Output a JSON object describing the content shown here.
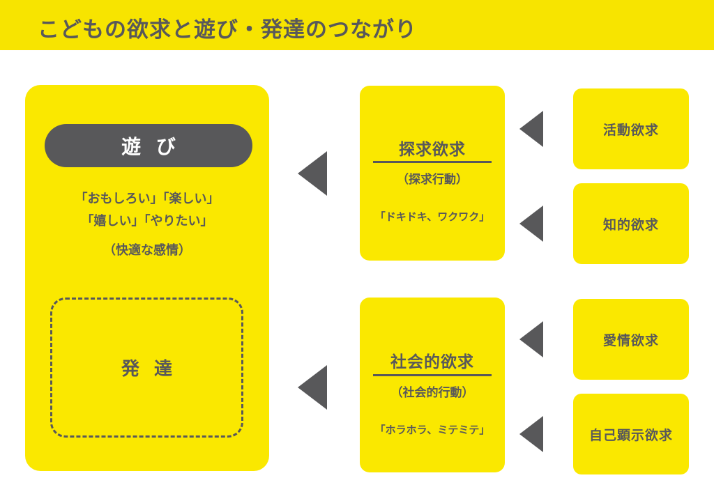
{
  "header": {
    "title": "こどもの欲求と遊び・発達のつながり",
    "background_color": "#F7E400",
    "text_color": "#58585A"
  },
  "colors": {
    "yellow": "#FAE800",
    "gray": "#58585A",
    "white": "#FFFFFF"
  },
  "left_panel": {
    "play_pill": {
      "label": "遊 び"
    },
    "play_lines": [
      "「おもしろい」「楽しい」",
      "「嬉しい」「やりたい」",
      "（快適な感情）"
    ],
    "development_box": {
      "label": "発 達"
    }
  },
  "middle_boxes": [
    {
      "title": "探求欲求",
      "subtitle": "（探求行動）",
      "quote": "「ドキドキ、ワクワク」"
    },
    {
      "title": "社会的欲求",
      "subtitle": "（社会的行動）",
      "quote": "「ホラホラ、ミテミテ」"
    }
  ],
  "right_boxes": [
    {
      "label": "活動欲求"
    },
    {
      "label": "知的欲求"
    },
    {
      "label": "愛情欲求"
    },
    {
      "label": "自己顕示欲求"
    }
  ],
  "arrows": {
    "icon_name": "left-triangle-arrow",
    "direction": "left",
    "count": 6
  }
}
